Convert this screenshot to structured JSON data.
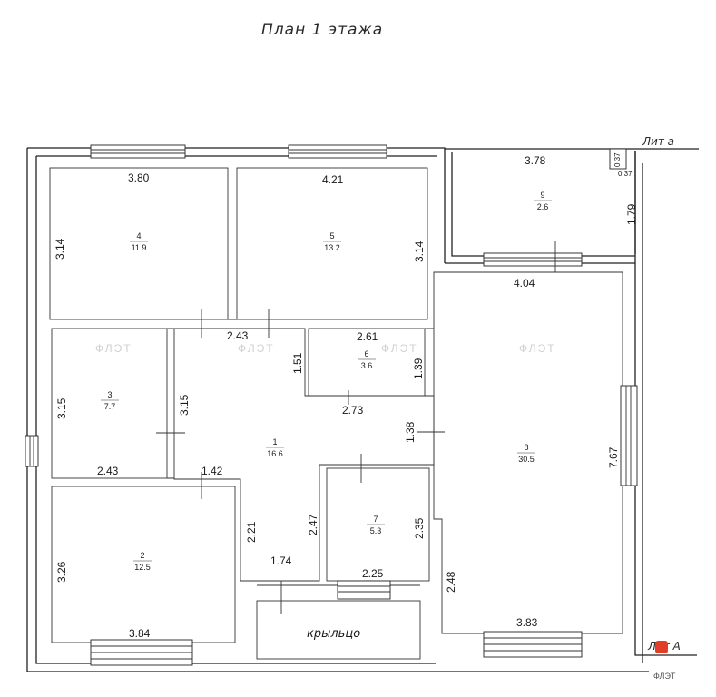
{
  "title": "План 1 этажа",
  "labels": {
    "lit_small": "Лит а",
    "lit_big": "Лит А",
    "porch": "крыльцо"
  },
  "watermark": {
    "text": "ФЛЭТ",
    "logo_color": "#e23d28"
  },
  "rooms": [
    {
      "id": "r1",
      "number": "1",
      "area": "16.6"
    },
    {
      "id": "r2",
      "number": "2",
      "area": "12.5"
    },
    {
      "id": "r3",
      "number": "3",
      "area": "7.7"
    },
    {
      "id": "r4",
      "number": "4",
      "area": "11.9"
    },
    {
      "id": "r5",
      "number": "5",
      "area": "13.2"
    },
    {
      "id": "r6",
      "number": "6",
      "area": "3.6"
    },
    {
      "id": "r7",
      "number": "7",
      "area": "5.3"
    },
    {
      "id": "r8",
      "number": "8",
      "area": "30.5"
    },
    {
      "id": "r9",
      "number": "9",
      "area": "2.6"
    }
  ],
  "dims": {
    "r4_w": "3.80",
    "r4_h": "3.14",
    "r5_w": "4.21",
    "r5_h": "3.14",
    "r9_w": "3.78",
    "r9_h": "1.79",
    "r9_c1": "0.37",
    "r9_c2": "0.37",
    "r8_top": "4.04",
    "r8_h": "7.67",
    "r8_bottom": "3.83",
    "r8_left": "2.48",
    "r1_top": "2.43",
    "r1_a": "1.51",
    "r1_left": "3.15",
    "r1_b": "1.38",
    "r1_c": "1.42",
    "r1_d": "2.21",
    "r1_e": "1.74",
    "r1_f": "2.47",
    "r6_w": "2.61",
    "r6_h": "1.39",
    "r6_bottom": "2.73",
    "r3_h": "3.15",
    "r3_w": "2.43",
    "r7_h": "2.35",
    "r7_w": "2.25",
    "r2_h": "3.26",
    "r2_w": "3.84"
  }
}
